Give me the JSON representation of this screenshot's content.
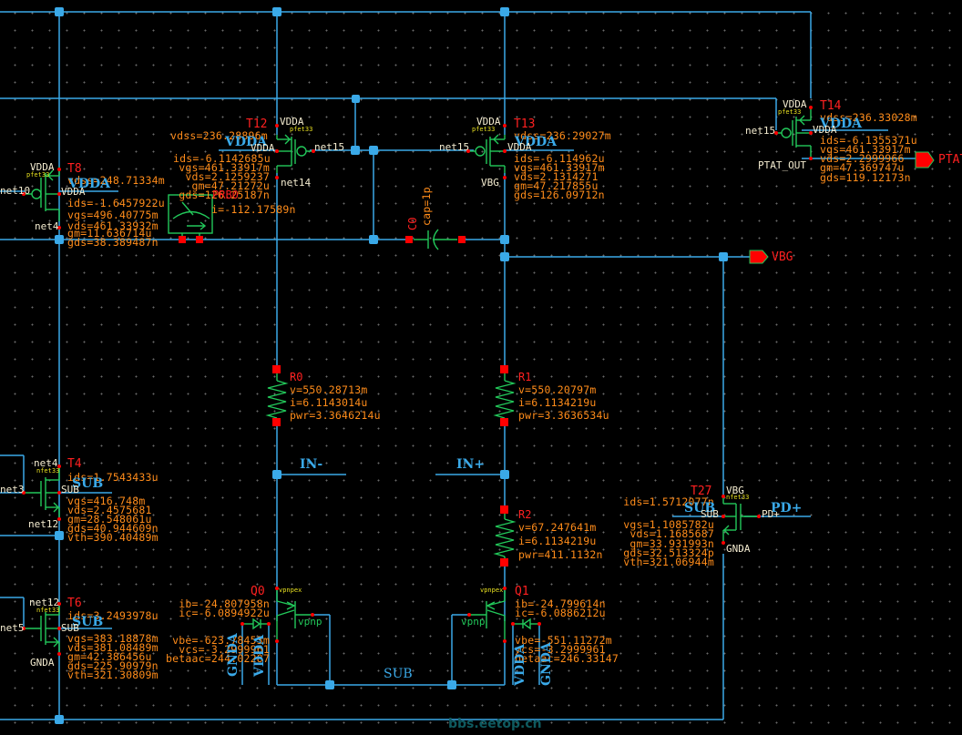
{
  "app": {
    "type": "schematic-editor"
  },
  "colors": {
    "wire": "#3aa9e8",
    "device": "#22c85a",
    "param": "#ff8c1a",
    "instance": "#ff2020",
    "pin_name": "#f4ecd0",
    "model": "#e8e020"
  },
  "nets": {
    "vdda": "VDDA",
    "sub": "SUB",
    "gnda": "GNDA",
    "in_minus": "IN-",
    "in_plus": "IN+",
    "pd_plus": "PD+",
    "vbg": "VBG",
    "ptat_out": "PTAT_OUT",
    "net10": "net10",
    "net4": "net4",
    "net3": "net3",
    "net12": "net12",
    "net5": "net5",
    "net14": "net14",
    "net15": "net15",
    "pd_plus_small": "PD+"
  },
  "pins": [
    {
      "name": "VBG",
      "direction": "output"
    },
    {
      "name": "PTAT",
      "direction": "output"
    }
  ],
  "probe": {
    "label": "PRB0",
    "gds_partial": "gds=1",
    "i": "i=-112.17589n"
  },
  "transistors": {
    "T8": {
      "name": "T8",
      "model": "pfet33",
      "vdss": "vdss=248.71334m",
      "ids": "ids=-1.6457922u",
      "vgs": "vgs=496.40775m",
      "vds": "vds=461.33932m",
      "gm": "gm=11.636714u",
      "gds": "gds=38.389487n"
    },
    "T12": {
      "name": "T12",
      "model": "pfet33",
      "vdss": "vdss=236.28896m",
      "ids": "ids=-6.1142685u",
      "vgs": "vgs=461.33917m",
      "vds": "vds=2.1259237",
      "gm": "gm=47.21272u",
      "gds": "gds=126.25187n"
    },
    "T13": {
      "name": "T13",
      "model": "pfet33",
      "vdss": "vdss=236.29027m",
      "ids": "ids=-6.114962u",
      "vgs": "vgs=461.33917m",
      "vds": "vds=2.1314271",
      "gm": "gm=47.217855u",
      "gds": "gds=126.09712n"
    },
    "T14": {
      "name": "T14",
      "model": "pfet33",
      "vdss": "vdss=236.33028m",
      "ids": "ids=-6.1355371u",
      "vgs": "vgs=461.33917m",
      "vds": "vds=2.2999966",
      "gm": "gm=47.369747u",
      "gds": "gds=119.12173n"
    },
    "T4": {
      "name": "T4",
      "model": "nfet33",
      "ids": "ids=1.7543433u",
      "vgs": "vgs=416.748m",
      "vds": "vds=2.4575681",
      "gm": "gm=28.548061u",
      "gds": "gds=40.944609n",
      "vth": "vth=390.40489m"
    },
    "T6": {
      "name": "T6",
      "model": "nfet33",
      "ids": "ids=3.2493978u",
      "vgs": "vgs=383.18878m",
      "vds": "vds=381.08489m",
      "gm": "gm=42.386456u",
      "gds": "gds=225.90979n",
      "vth": "vth=321.30809m"
    },
    "T27": {
      "name": "T27",
      "model": "nfet33",
      "ids": "ids=1.5712077n",
      "vgs": "vgs=1.1085782u",
      "vds": "vds=1.1685687",
      "gm": "gm=33.931993n",
      "gds": "gds=32.513324p",
      "vth": "vth=321.06944m"
    }
  },
  "resistors": {
    "R0": {
      "name": "R0",
      "v": "v=550.28713m",
      "i": "i=6.1143014u",
      "pwr": "pwr=3.3646214u"
    },
    "R1": {
      "name": "R1",
      "v": "v=550.20797m",
      "i": "i=6.1134219u",
      "pwr": "pwr=3.3636534u"
    },
    "R2": {
      "name": "R2",
      "v": "v=67.247641m",
      "i": "i=6.1134219u",
      "pwr": "pwr=411.1132n"
    }
  },
  "capacitor": {
    "name": "C0",
    "cap": "cap=1p"
  },
  "bjts": {
    "Q0": {
      "name": "Q0",
      "model": "vpnpex",
      "symbol": "vpnp",
      "ib": "ib=-24.807958n",
      "ic": "ic=-6.0894922u",
      "vbe": "vbe=-623.78453m",
      "vcs": "vcs=-3.2999961",
      "betaac": "betaac=244.02287"
    },
    "Q1": {
      "name": "Q1",
      "model": "vpnpex",
      "symbol": "vpnp",
      "ib": "ib=-24.799614n",
      "ic": "ic=-6.0886212u",
      "vbe": "vbe=-551.11272m",
      "vcs": "vcs=-3.2999961",
      "betaac": "betaac=246.33147"
    }
  },
  "watermark": "bbs.eetop.cn"
}
